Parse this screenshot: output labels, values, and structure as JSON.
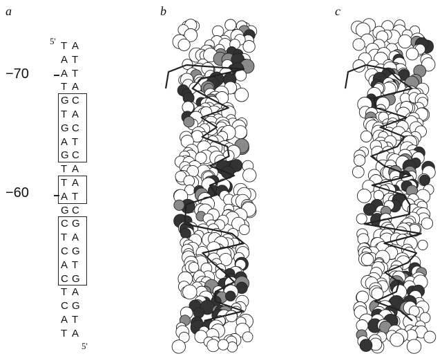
{
  "panels": {
    "a": "a",
    "b": "b",
    "c": "c"
  },
  "prime_top": "5'",
  "prime_bottom": "5'",
  "positions": {
    "p70": "−70",
    "p60": "−60"
  },
  "base_pairs": [
    [
      "T",
      "A"
    ],
    [
      "A",
      "T"
    ],
    [
      "A",
      "T"
    ],
    [
      "T",
      "A"
    ],
    [
      "G",
      "C"
    ],
    [
      "T",
      "A"
    ],
    [
      "G",
      "C"
    ],
    [
      "A",
      "T"
    ],
    [
      "G",
      "C"
    ],
    [
      "T",
      "A"
    ],
    [
      "T",
      "A"
    ],
    [
      "A",
      "T"
    ],
    [
      "G",
      "C"
    ],
    [
      "C",
      "G"
    ],
    [
      "T",
      "A"
    ],
    [
      "C",
      "G"
    ],
    [
      "A",
      "T"
    ],
    [
      "C",
      "G"
    ],
    [
      "T",
      "A"
    ],
    [
      "C",
      "G"
    ],
    [
      "A",
      "T"
    ],
    [
      "T",
      "A"
    ]
  ],
  "boxed_groups": [
    [
      4,
      8
    ],
    [
      10,
      11
    ],
    [
      13,
      17
    ]
  ],
  "colors": {
    "line": "#222222",
    "atom_dark": "#333333",
    "atom_grey": "#8a8a8a",
    "atom_light": "#ffffff"
  }
}
